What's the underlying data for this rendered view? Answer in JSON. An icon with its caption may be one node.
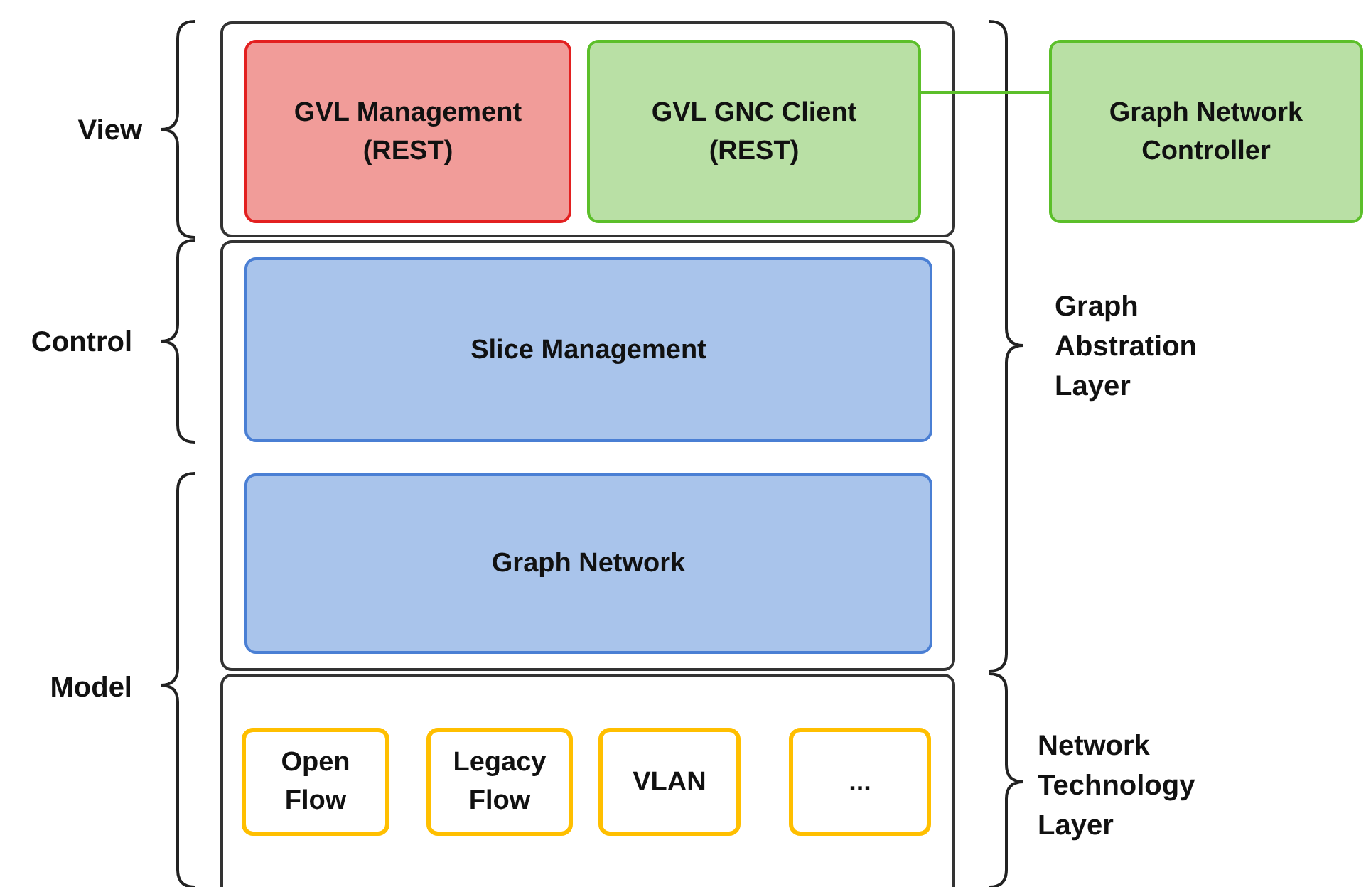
{
  "diagram": {
    "nodes": [
      {
        "text": [],
        "shape": "box"
      },
      {
        "text": [
          "GVL Management (REST)"
        ],
        "in": 0
      },
      {
        "text": [
          "GVL GNC Client (REST)"
        ],
        "in": 0
      },
      {
        "text": [
          "Graph Network Controller"
        ]
      },
      {
        "text": [],
        "shape": "box"
      },
      {
        "text": [
          "Slice Management"
        ],
        "in": 4
      },
      {
        "text": [
          "Graph Network"
        ],
        "in": 4
      },
      {
        "text": [],
        "shape": "box"
      },
      {
        "text": [
          "Open Flow"
        ],
        "in": 7
      },
      {
        "text": [
          "Legacy Flow"
        ],
        "in": 7
      },
      {
        "text": [
          "VLAN"
        ],
        "in": 7
      },
      {
        "text": [
          "..."
        ],
        "in": 7
      }
    ],
    "edges": [
      {
        "from": 2,
        "to": 3,
        "arrow": "none",
        "color": "#5cbf2a"
      }
    ],
    "labels": [
      "View",
      "Control",
      "Model",
      "Graph Abstration Layer",
      "Network Technology Layer"
    ]
  }
}
